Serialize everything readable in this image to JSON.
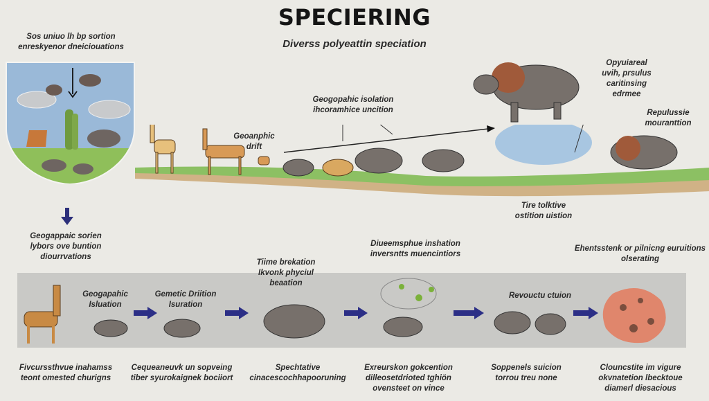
{
  "header": {
    "title": "SPECIERING",
    "subtitle": "Diverss polyeattin speciation"
  },
  "shield_panel": {
    "caption": [
      "Sos uniuo lh bp sortion",
      "enreskyenor dneiciouations"
    ],
    "below_caption": [
      "Geogappaic sorien",
      "lybors ove buntion",
      "diourrvations"
    ],
    "colors": {
      "sky": "#9ab9d8",
      "grass": "#8fbf5a",
      "arrow": "#2c2f7a"
    }
  },
  "upper_timeline": {
    "labels": {
      "drift": [
        "Geoanphic",
        "drift"
      ],
      "isolation": [
        "Geogopahic isolation",
        "ihcoramhice uncition"
      ],
      "population": [
        "Opyuiareal",
        "uvih, prsulus",
        "caritinsing",
        "edrmee"
      ],
      "repulsive": [
        "Repulussie",
        "mouranttion"
      ],
      "tire": [
        "Tire tolktive",
        "ostition uistion"
      ]
    },
    "animals": [
      "giraffe-large",
      "giraffe-medium",
      "giraffe-fawn",
      "tapir-small",
      "spotted-cub",
      "tapir-large",
      "tapir-walking",
      "maned-beast-top",
      "maned-beast-right"
    ]
  },
  "process_band": {
    "background": "#c9c9c6",
    "arrow_color": "#2c2f86",
    "steps": [
      {
        "label": [
          "Geogapahic",
          "Isluation"
        ],
        "caption": [
          "Fivcurssthvue inahamss",
          "teont omested churigns"
        ]
      },
      {
        "label": [
          "Gemetic Driition",
          "Isuration"
        ],
        "caption": [
          "Cequeaneuvk un sopveing",
          "tiber syurokaignek bociiort"
        ]
      },
      {
        "label": [
          "Tiime brekation",
          "Ikvonk phyciul",
          "beaation"
        ],
        "caption": [
          "Spechtative",
          "cinacescochhapooruning"
        ]
      },
      {
        "label": [
          "Diueemsphue inshation",
          "inversntts muencintiors"
        ],
        "caption": [
          "Exreurskon gokcention",
          "dilleosetdrioted tghiön",
          "ovensteet on vince"
        ]
      },
      {
        "label": [
          "Revouctu ctuion"
        ],
        "caption": [
          "Soppenels suicion",
          "torrou treu none"
        ]
      },
      {
        "label": [
          "Ehentsstenk or pilnicng euruitions",
          "olserating"
        ],
        "caption": [
          "Clouncstite im vigure",
          "okvnatetion lbecktoue",
          "diamerl diesacious"
        ]
      }
    ]
  }
}
